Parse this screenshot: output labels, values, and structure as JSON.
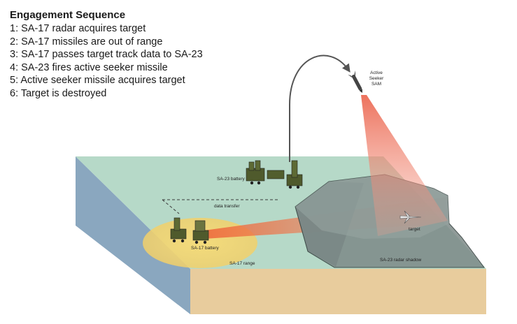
{
  "legend": {
    "title": "Engagement Sequence",
    "steps": [
      "1: SA-17 radar acquires target",
      "2: SA-17 missiles are out of range",
      "3: SA-17 passes target track data to SA-23",
      "4: SA-23 fires active seeker missile",
      "5: Active seeker missile acquires target",
      "6: Target is destroyed"
    ]
  },
  "labels": {
    "missile_line1": "Active",
    "missile_line2": "Seeker",
    "missile_line3": "SAM",
    "sa23_battery": "SA-23 battery",
    "data_transfer": "data transfer",
    "sa17_battery": "SA-17 battery",
    "sa17_range": "SA-17 range",
    "target": "target",
    "sa23_radar_shadow": "SA-23 radar shadow"
  },
  "colors": {
    "terrain_top": "#b6d9c8",
    "terrain_left": "#8aa7bf",
    "terrain_front": "#e8cc9d",
    "range_zone": "#f2d574",
    "radar_beam": "#ee7b55",
    "seeker_cone": "#f08c78",
    "mountain": "#7d8a88",
    "equipment": "#4f5a2c"
  }
}
